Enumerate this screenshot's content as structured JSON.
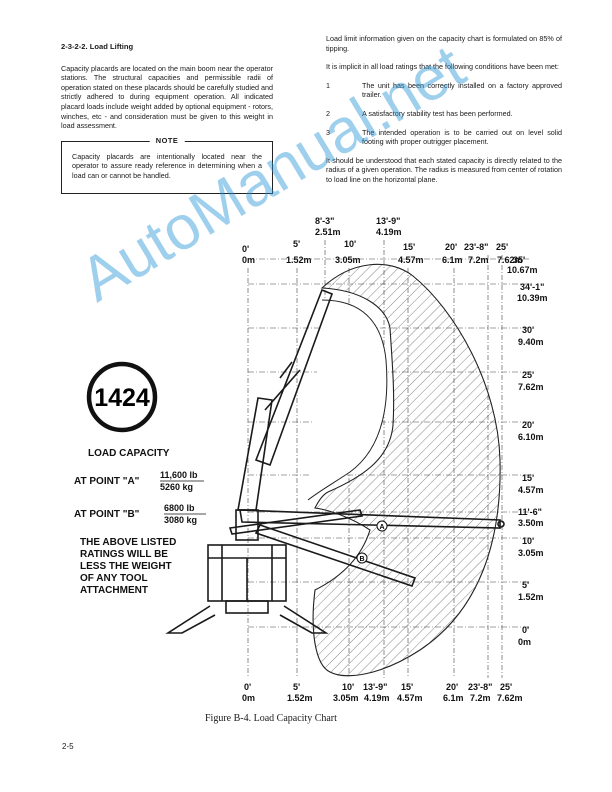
{
  "section": {
    "heading": "2-3-2-2.  Load Lifting",
    "para1": "Capacity placards are located on the main boom near the operator stations. The structural capacities and permissible radii of operation stated on these placards should be carefully studied and strictly adhered to during equipment operation. All indicated placard loads include weight added by optional equipment - rotors, winches, etc - and consideration must be given to this weight in load assessment.",
    "note_label": "NOTE",
    "note_text": "Capacity placards are intentionally located near the operator to assure ready reference in determining when a load can or cannot be handled."
  },
  "right": {
    "para1": "Load limit information given on the capacity chart is formulated on 85% of tipping.",
    "para2": "It is implicit in all load ratings that the following conditions have been met:",
    "conditions": [
      {
        "num": "1",
        "text": "The unit has been correctly installed on a factory approved trailer."
      },
      {
        "num": "2",
        "text": "A satisfactory stability test has been performed."
      },
      {
        "num": "3",
        "text": "The intended operation is to be carried out on level solid footing with proper outrigger placement."
      }
    ],
    "para3": "It should be understood that each stated capacity is directly related to the radius of a given operation. The radius is measured from center of rotation to load line on the horizontal plane."
  },
  "figure": {
    "model": "1424",
    "load_capacity": "LOAD CAPACITY",
    "point_a_label": "AT POINT \"A\"",
    "point_a_lb": "11,600 lb",
    "point_a_kg": "5260 kg",
    "point_b_label": "AT POINT \"B\"",
    "point_b_lb": "6800 lb",
    "point_b_kg": "3080 kg",
    "disclaimer": [
      "THE ABOVE LISTED",
      "RATINGS WILL BE",
      "LESS THE WEIGHT",
      "OF ANY TOOL",
      "ATTACHMENT"
    ],
    "marker_a": "A",
    "marker_b": "B",
    "top_high": [
      {
        "ft": "8'-3\"",
        "m": "2.51m"
      },
      {
        "ft": "13'-9\"",
        "m": "4.19m"
      }
    ],
    "top_low": [
      {
        "ft": "0'",
        "m": "0m"
      },
      {
        "ft": "5'",
        "m": "1.52m"
      },
      {
        "ft": "10'",
        "m": "3.05m"
      },
      {
        "ft": "15'",
        "m": "4.57m"
      },
      {
        "ft": "20'",
        "m": "6.1m"
      },
      {
        "ft": "23'-8\"",
        "m": "7.2m"
      },
      {
        "ft": "25'",
        "m": "7.62m"
      }
    ],
    "bottom": [
      {
        "ft": "0'",
        "m": "0m"
      },
      {
        "ft": "5'",
        "m": "1.52m"
      },
      {
        "ft": "10'",
        "m": "3.05m"
      },
      {
        "ft": "13'-9\"",
        "m": "4.19m"
      },
      {
        "ft": "15'",
        "m": "4.57m"
      },
      {
        "ft": "20'",
        "m": "6.1m"
      },
      {
        "ft": "23'-8\"",
        "m": "7.2m"
      },
      {
        "ft": "25'",
        "m": "7.62m"
      }
    ],
    "right_heights": [
      {
        "ft": "35'",
        "m": "10.67m"
      },
      {
        "ft": "34'-1\"",
        "m": "10.39m"
      },
      {
        "ft": "30'",
        "m": "9.40m"
      },
      {
        "ft": "25'",
        "m": "7.62m"
      },
      {
        "ft": "20'",
        "m": "6.10m"
      },
      {
        "ft": "15'",
        "m": "4.57m"
      },
      {
        "ft": "11'-6\"",
        "m": "3.50m"
      },
      {
        "ft": "10'",
        "m": "3.05m"
      },
      {
        "ft": "5'",
        "m": "1.52m"
      },
      {
        "ft": "0'",
        "m": "0m"
      }
    ]
  },
  "caption": "Figure B-4.  Load Capacity Chart",
  "page_number": "2-5",
  "watermark": "AutoManual.net"
}
